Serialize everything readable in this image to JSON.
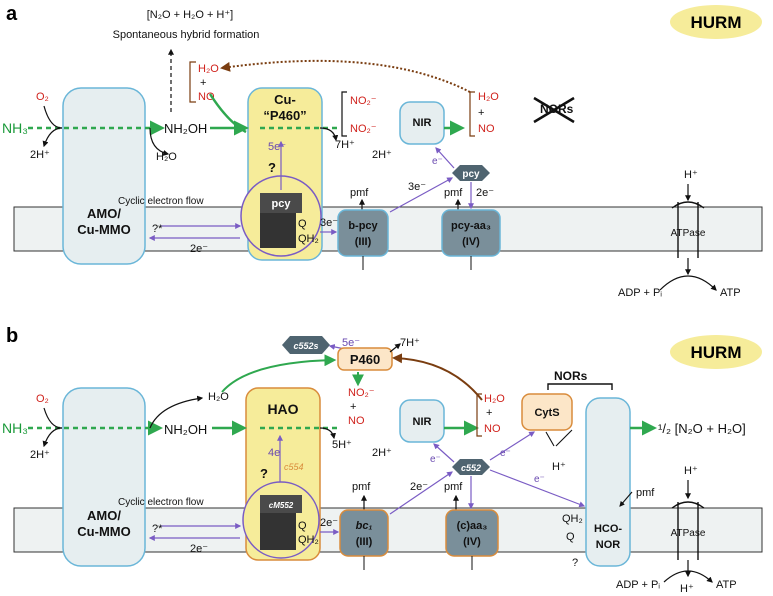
{
  "colors": {
    "green": "#2fa84f",
    "red": "#d0231d",
    "purple": "#7a5cc4",
    "brown": "#7a3d10",
    "highlight": "#f6ec9a",
    "membrane": "#eef2f2",
    "box": "#e6eef0",
    "orange": "#d98c3c",
    "blue": "#6ab6d8"
  },
  "panel_a": {
    "letter": "a",
    "badge": "HURM",
    "hybrid_bracket": "[N₂O + H₂O + H⁺]",
    "hybrid_label": "Spontaneous hybrid formation",
    "o2": "O₂",
    "nh3": "NH₃",
    "h_in": "2H⁺",
    "nh2oh": "NH₂OH",
    "h2o": "H₂O",
    "p460_line1": "Cu-",
    "p460_line2": "“P460”",
    "five_e": "5e⁻",
    "question": "?",
    "seven_h": "7H⁺",
    "no2_top": "NO₂⁻",
    "no2_bottom": "NO₂⁻",
    "nir": "NIR",
    "nir_h": "2H⁺",
    "no_mid": "NO",
    "h2o_mid": "H₂O",
    "plus": "+",
    "no_right": "NO",
    "h2o_right": "H₂O",
    "nors": "NORs",
    "e_small": "e⁻",
    "pcy_hex": "pcy",
    "three_e": "3e⁻",
    "two_e": "2e⁻",
    "pmf1": "pmf",
    "pmf2": "pmf",
    "amo1": "AMO/",
    "amo2": "Cu-MMO",
    "cyclic": "Cyclic electron flow",
    "q_star": "?*",
    "two_e_back": "2e⁻",
    "pcy_box": "pcy",
    "q": "Q",
    "qh2": "QH₂",
    "three_e_bpcy": "3e⁻",
    "bpcy1": "b-pcy",
    "bpcy2": "(III)",
    "pcyaa1": "pcy-aa₃",
    "pcyaa2": "(IV)",
    "h_atp": "H⁺",
    "atpase": "ATPase",
    "adp": "ADP + Pᵢ",
    "atp": "ATP"
  },
  "panel_b": {
    "letter": "b",
    "badge": "HURM",
    "c552s": "c552s",
    "five_e": "5e⁻",
    "p460": "P460",
    "seven_h": "7H⁺",
    "no2": "NO₂⁻",
    "plus1": "+",
    "no_mid": "NO",
    "h2o_r": "H₂O",
    "plus2": "+",
    "no_r": "NO",
    "o2": "O₂",
    "nh3": "NH₃",
    "h_in": "2H⁺",
    "h2o": "H₂O",
    "nh2oh": "NH₂OH",
    "hao": "HAO",
    "four_e": "4e",
    "c554": "c554",
    "question": "?",
    "five_h": "5H⁺",
    "nir": "NIR",
    "nir_h": "2H⁺",
    "e_nir": "e⁻",
    "cyts": "CytS",
    "nors": "NORs",
    "h_cyts": "H⁺",
    "c552_hex": "c552",
    "e_c552": "e⁻",
    "product": "¹/₂ [N₂O + H₂O]",
    "amo1": "AMO/",
    "amo2": "Cu-MMO",
    "cyclic": "Cyclic electron flow",
    "q_star": "?*",
    "two_e_back": "2e⁻",
    "cm552": "cM552",
    "q": "Q",
    "qh2": "QH₂",
    "two_e_bc1": "2e⁻",
    "bc1_1": "bc₁",
    "bc1_2": "(III)",
    "pmf1": "pmf",
    "two_e_up": "2e⁻",
    "pmf2": "pmf",
    "aa3_1": "(c)aa₃",
    "aa3_2": "(IV)",
    "e_right": "e⁻",
    "hco1": "HCO-",
    "hco2": "NOR",
    "qh2_hco": "QH₂",
    "q_hco": "Q",
    "q_quest": "?",
    "pmf3": "pmf",
    "h_atp": "H⁺",
    "atpase": "ATPase",
    "adp": "ADP + Pᵢ",
    "h_out": "H⁺",
    "atp": "ATP"
  }
}
